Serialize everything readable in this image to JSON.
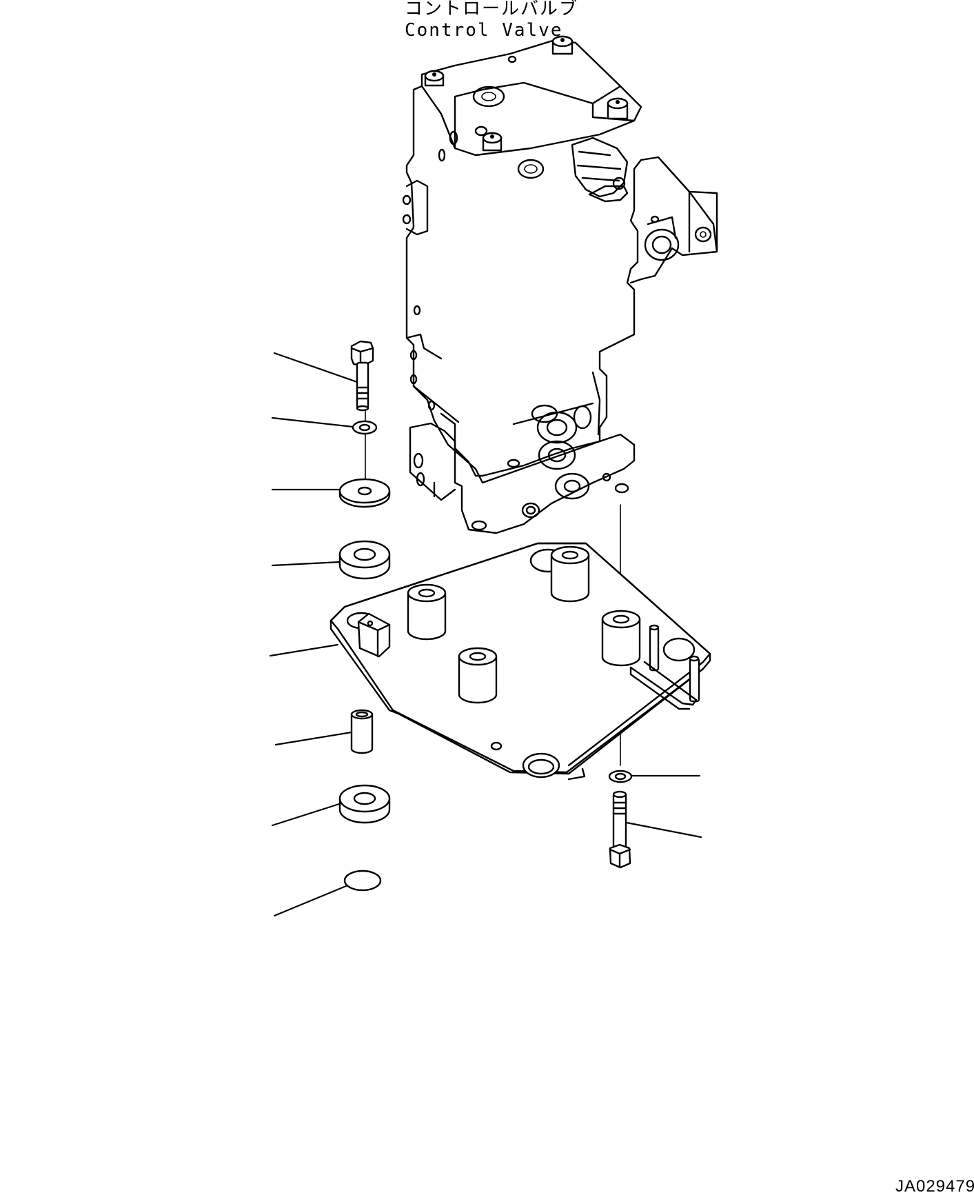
{
  "title": {
    "japanese": "コントロールバルブ",
    "english": "Control Valve"
  },
  "drawing_id": "JA029479",
  "parts": [
    {
      "callout": "bolt-upper"
    },
    {
      "callout": "washer-upper"
    },
    {
      "callout": "plate-washer"
    },
    {
      "callout": "cushion-upper"
    },
    {
      "callout": "bracket-plate"
    },
    {
      "callout": "collar"
    },
    {
      "callout": "cushion-lower"
    },
    {
      "callout": "cap"
    },
    {
      "callout": "washer-lower"
    },
    {
      "callout": "bolt-lower"
    }
  ],
  "icons": [
    "control-valve-icon",
    "bolt-icon",
    "washer-icon",
    "plate-washer-icon",
    "cushion-icon",
    "bracket-plate-icon",
    "collar-icon",
    "cap-icon"
  ]
}
